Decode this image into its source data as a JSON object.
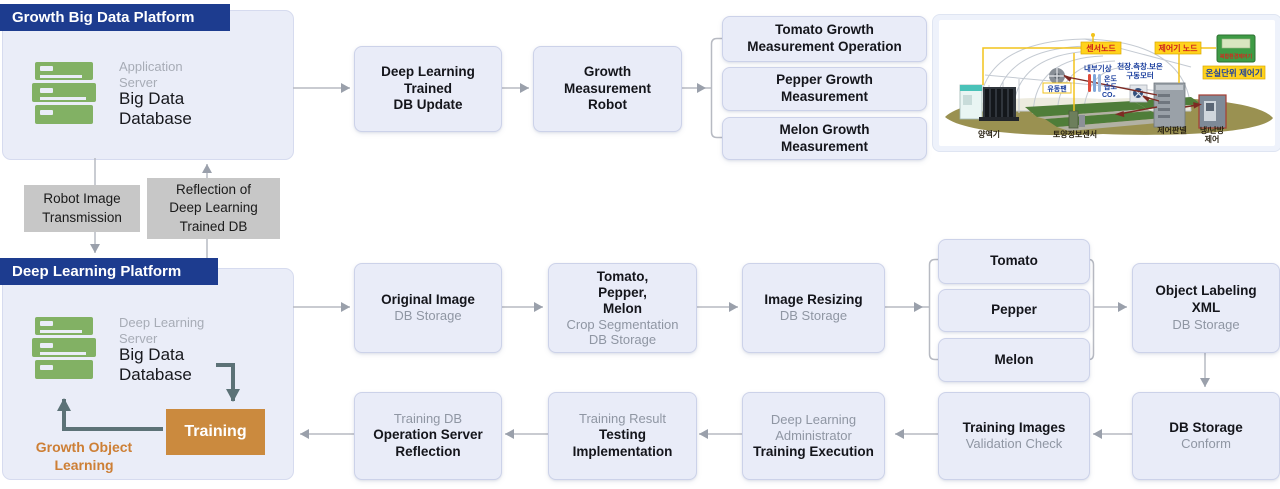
{
  "colors": {
    "header_navy": "#1d3c8f",
    "panel_lavender": "#eaedf8",
    "node_lavender": "#e9ecf8",
    "connector_gray_box": "#c7c7c7",
    "server_icon_green": "#82b164",
    "training_orange": "#cb8a3e",
    "growth_note_orange": "#cd7f35",
    "dark_arrow": "#5c7277",
    "light_arrow": "#b7bac2"
  },
  "growth_platform": {
    "header": "Growth Big Data Platform",
    "server_role": "Application\nServer",
    "server_name": "Big Data\nDatabase"
  },
  "top_flow": {
    "db_update": "Deep Learning\nTrained\nDB Update",
    "robot": "Growth\nMeasurement\nRobot",
    "measurement_tomato": "Tomato Growth\nMeasurement Operation",
    "measurement_pepper": "Pepper Growth\nMeasurement",
    "measurement_melon": "Melon Growth\nMeasurement"
  },
  "connectors": {
    "robot_image": "Robot Image\nTransmission",
    "reflection": "Reflection of\nDeep Learning\nTrained DB"
  },
  "dl_platform": {
    "header": "Deep Learning Platform",
    "server_role": "Deep Learning\nServer",
    "server_name": "Big Data\nDatabase",
    "training": "Training",
    "note": "Growth Object\nLearning"
  },
  "row2": {
    "original": {
      "title": "Original Image",
      "sub": "DB Storage"
    },
    "crop_seg": {
      "title": "Tomato,\nPepper,\nMelon",
      "sub": "Crop Segmentation\nDB Storage"
    },
    "resizing": {
      "title": "Image Resizing",
      "sub": "DB Storage"
    },
    "crops": [
      "Tomato",
      "Pepper",
      "Melon"
    ],
    "labeling": {
      "title": "Object Labeling\nXML",
      "sub": "DB Storage"
    }
  },
  "row3": {
    "conform": {
      "title": "DB Storage",
      "sub": "Conform"
    },
    "validation": {
      "title": "Training Images",
      "sub": "Validation Check"
    },
    "execution": {
      "pre": "Deep Learning\nAdministrator",
      "title": "Training Execution"
    },
    "testing": {
      "pre": "Training Result",
      "title": "Testing\nImplementation"
    },
    "reflection": {
      "pre": "Training DB",
      "title": "Operation Server\nReflection"
    }
  },
  "greenhouse": {
    "sensor_node": "센서노드",
    "controller_node": "제어기 노드",
    "greenhouse_controller": "온실단위 제어기",
    "env_controller": "복합환경제어기",
    "internal_weather": "내부기상",
    "motor_line1": "천장.측창.보온",
    "motor_line2": "구동모터",
    "temperature": "온도",
    "humidity": "습도",
    "co2": "CO₂",
    "fan": "유동팬",
    "nutrient": "양액기",
    "soil_sensor": "토양정보센서",
    "control_panel": "제어판넬",
    "hvac_line1": "냉/난방",
    "hvac_line2": "제어"
  }
}
